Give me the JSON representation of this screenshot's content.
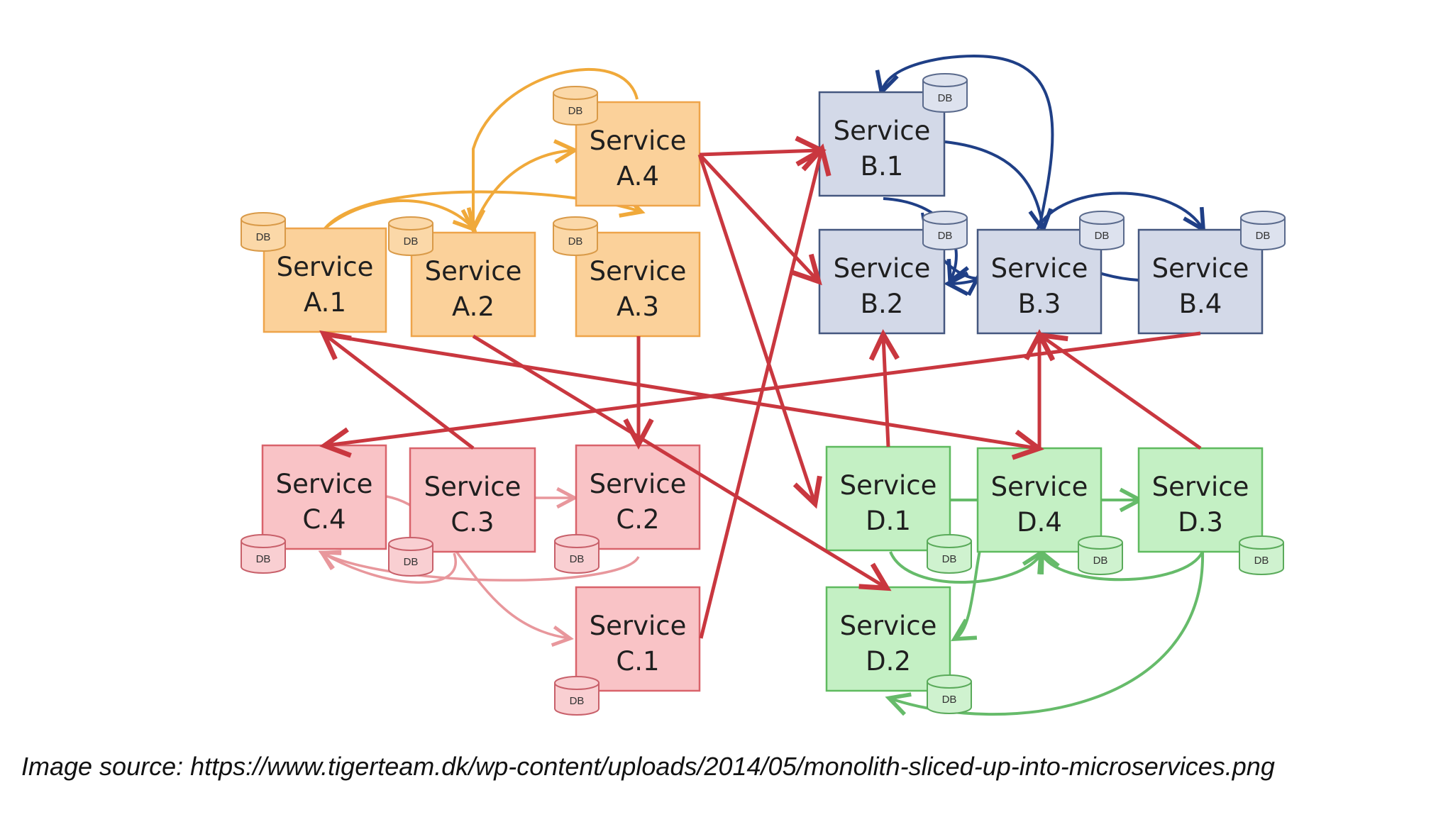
{
  "diagram": {
    "service_label": "Service",
    "db_label": "DB",
    "groups": {
      "A": {
        "fill": "#fbd19a",
        "stroke": "#eea44a",
        "db_fill": "#fbd8a8",
        "db_stroke": "#d99a48",
        "arrow": "#f0a93a"
      },
      "B": {
        "fill": "#d3d9e8",
        "stroke": "#44577f",
        "db_fill": "#dde2ee",
        "db_stroke": "#5a6a8c",
        "arrow": "#1f3f86"
      },
      "C": {
        "fill": "#f9c3c6",
        "stroke": "#d9636b",
        "db_fill": "#f9cfd2",
        "db_stroke": "#c8606a",
        "arrow": "#e8979c"
      },
      "D": {
        "fill": "#c4f0c4",
        "stroke": "#5fba5f",
        "db_fill": "#cff2cf",
        "db_stroke": "#5aaa5a",
        "arrow": "#66bb6a"
      }
    },
    "cross_arrow_color": "#c9373f",
    "services": [
      {
        "id": "A.1",
        "group": "A"
      },
      {
        "id": "A.2",
        "group": "A"
      },
      {
        "id": "A.3",
        "group": "A"
      },
      {
        "id": "A.4",
        "group": "A"
      },
      {
        "id": "B.1",
        "group": "B"
      },
      {
        "id": "B.2",
        "group": "B"
      },
      {
        "id": "B.3",
        "group": "B"
      },
      {
        "id": "B.4",
        "group": "B"
      },
      {
        "id": "C.1",
        "group": "C"
      },
      {
        "id": "C.2",
        "group": "C"
      },
      {
        "id": "C.3",
        "group": "C"
      },
      {
        "id": "C.4",
        "group": "C"
      },
      {
        "id": "D.1",
        "group": "D"
      },
      {
        "id": "D.2",
        "group": "D"
      },
      {
        "id": "D.3",
        "group": "D"
      },
      {
        "id": "D.4",
        "group": "D"
      }
    ],
    "connections": [
      {
        "from": "A.4",
        "to": "B.1"
      },
      {
        "from": "A.4",
        "to": "B.2"
      },
      {
        "from": "A.4",
        "to": "D.1"
      },
      {
        "from": "C.1",
        "to": "B.1"
      },
      {
        "from": "A.3",
        "to": "C.2"
      },
      {
        "from": "A.2",
        "to": "D.2"
      },
      {
        "from": "C.3",
        "to": "A.1"
      },
      {
        "from": "A.1",
        "to": "D.4"
      },
      {
        "from": "B.4",
        "to": "C.4"
      },
      {
        "from": "D.1",
        "to": "B.2"
      },
      {
        "from": "D.4",
        "to": "B.3"
      },
      {
        "from": "D.3",
        "to": "B.3"
      }
    ]
  },
  "caption": "Image source: https://www.tigerteam.dk/wp-content/uploads/2014/05/monolith-sliced-up-into-microservices.png"
}
